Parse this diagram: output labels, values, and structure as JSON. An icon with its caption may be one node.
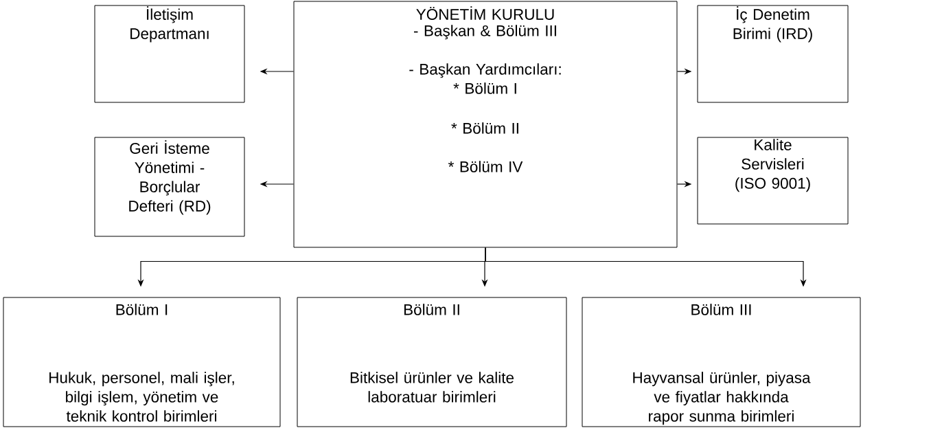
{
  "diagram": {
    "nodes": [
      {
        "text": [
          "YÖNETİM KURULU",
          "- Başkan & Bölüm III",
          "- Başkan Yardımcıları:",
          "* Bölüm I",
          "* Bölüm II",
          "* Bölüm IV"
        ]
      },
      {
        "text": [
          "İletişim Departmanı"
        ]
      },
      {
        "text": [
          "Geri İsteme Yönetimi - Borçlular Defteri (RD)"
        ]
      },
      {
        "text": [
          "İç Denetim Birimi (IRD)"
        ]
      },
      {
        "text": [
          "Kalite Servisleri (ISO 9001)"
        ]
      },
      {
        "text": [
          "Bölüm I",
          "Hukuk, personel, mali işler, bilgi işlem, yönetim ve teknik kontrol birimleri"
        ]
      },
      {
        "text": [
          "Bölüm II",
          "Bitkisel ürünler ve kalite laboratuar birimleri"
        ]
      },
      {
        "text": [
          "Bölüm III",
          "Hayvansal ürünler, piyasa ve fiyatlar hakkında rapor sunma birimleri"
        ]
      }
    ],
    "edges": [
      {
        "from": 0,
        "to": 1,
        "arrow": "to"
      },
      {
        "from": 0,
        "to": 2,
        "arrow": "to"
      },
      {
        "from": 0,
        "to": 3,
        "arrow": "to"
      },
      {
        "from": 0,
        "to": 4,
        "arrow": "to"
      },
      {
        "from": 0,
        "to": 5,
        "arrow": "to"
      },
      {
        "from": 0,
        "to": 6,
        "arrow": "to"
      },
      {
        "from": 0,
        "to": 7,
        "arrow": "to"
      }
    ]
  }
}
